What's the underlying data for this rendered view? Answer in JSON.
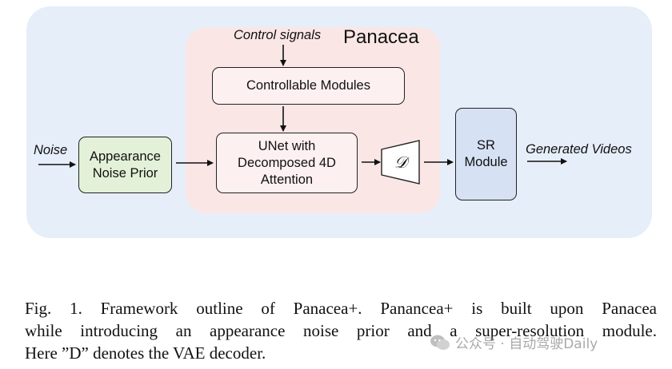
{
  "diagram": {
    "group_label": "Panacea",
    "control_signals": "Control signals",
    "noise_input": "Noise",
    "output_label": "Generated  Videos",
    "boxes": {
      "controllable_modules": "Controllable Modules",
      "unet_lines": [
        "UNet with",
        "Decomposed 4D",
        "Attention"
      ],
      "noise_prior_lines": [
        "Appearance",
        "Noise Prior"
      ],
      "sr_lines": [
        "SR",
        "Module"
      ],
      "decoder_symbol": "𝒟"
    },
    "colors": {
      "outer_panel": "#e6eef9",
      "panacea_panel": "#fbe6e6",
      "noise_prior_fill": "#e3f1d8",
      "sr_fill": "#d6e1f4",
      "module_fill": "#fdf0f0"
    }
  },
  "caption": {
    "lines": [
      "Fig. 1.  Framework outline of Panacea+. Panancea+ is built upon Panacea",
      "while introducing an appearance noise prior and a super-resolution module.",
      "Here ”D” denotes the VAE decoder."
    ]
  },
  "watermark": {
    "text": "公众号 · 自动驾驶Daily"
  }
}
